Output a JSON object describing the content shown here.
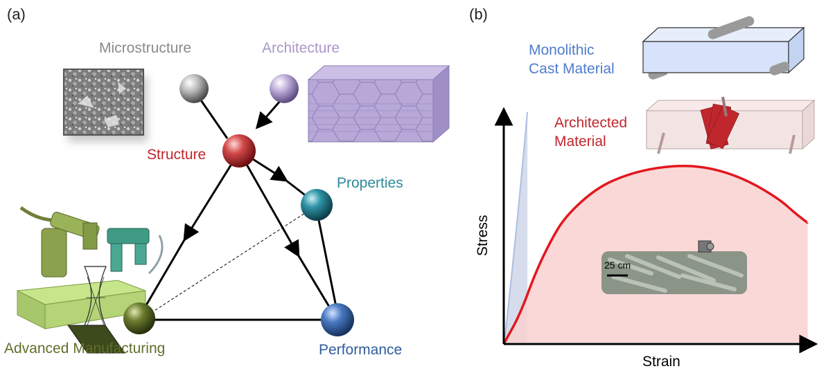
{
  "panel_a": {
    "tag": "(a)",
    "nodes": {
      "microstructure": "Microstructure",
      "architecture": "Architecture",
      "structure": "Structure",
      "properties": "Properties",
      "performance": "Performance",
      "manufacturing": "Advanced Manufacturing"
    },
    "colors": {
      "microstructure": "#8a8a8a",
      "architecture": "#a897c8",
      "structure": "#c0272d",
      "properties": "#2e8a9a",
      "performance": "#2f5d9a",
      "manufacturing": "#5f6e2a"
    }
  },
  "panel_b": {
    "tag": "(b)",
    "monolithic_label": [
      "Monolithic",
      "Cast Material"
    ],
    "architected_label": [
      "Architected",
      "Material"
    ],
    "scale_bar": "25 cm",
    "chart_data": {
      "type": "line",
      "xlabel": "Strain",
      "ylabel": "Stress",
      "grid": false,
      "series": [
        {
          "name": "Monolithic Cast Material",
          "color": "#a9bfe3",
          "x": [
            0.0,
            0.04,
            0.075
          ],
          "y": [
            0.0,
            0.5,
            1.0
          ]
        },
        {
          "name": "Architected Material",
          "color": "#e3171d",
          "x": [
            0.0,
            0.05,
            0.1,
            0.15,
            0.2,
            0.3,
            0.4,
            0.5,
            0.6,
            0.7,
            0.8,
            0.9,
            0.95,
            0.99
          ],
          "y": [
            0.0,
            0.12,
            0.3,
            0.44,
            0.55,
            0.67,
            0.73,
            0.76,
            0.77,
            0.75,
            0.7,
            0.62,
            0.56,
            0.52
          ]
        }
      ]
    }
  }
}
